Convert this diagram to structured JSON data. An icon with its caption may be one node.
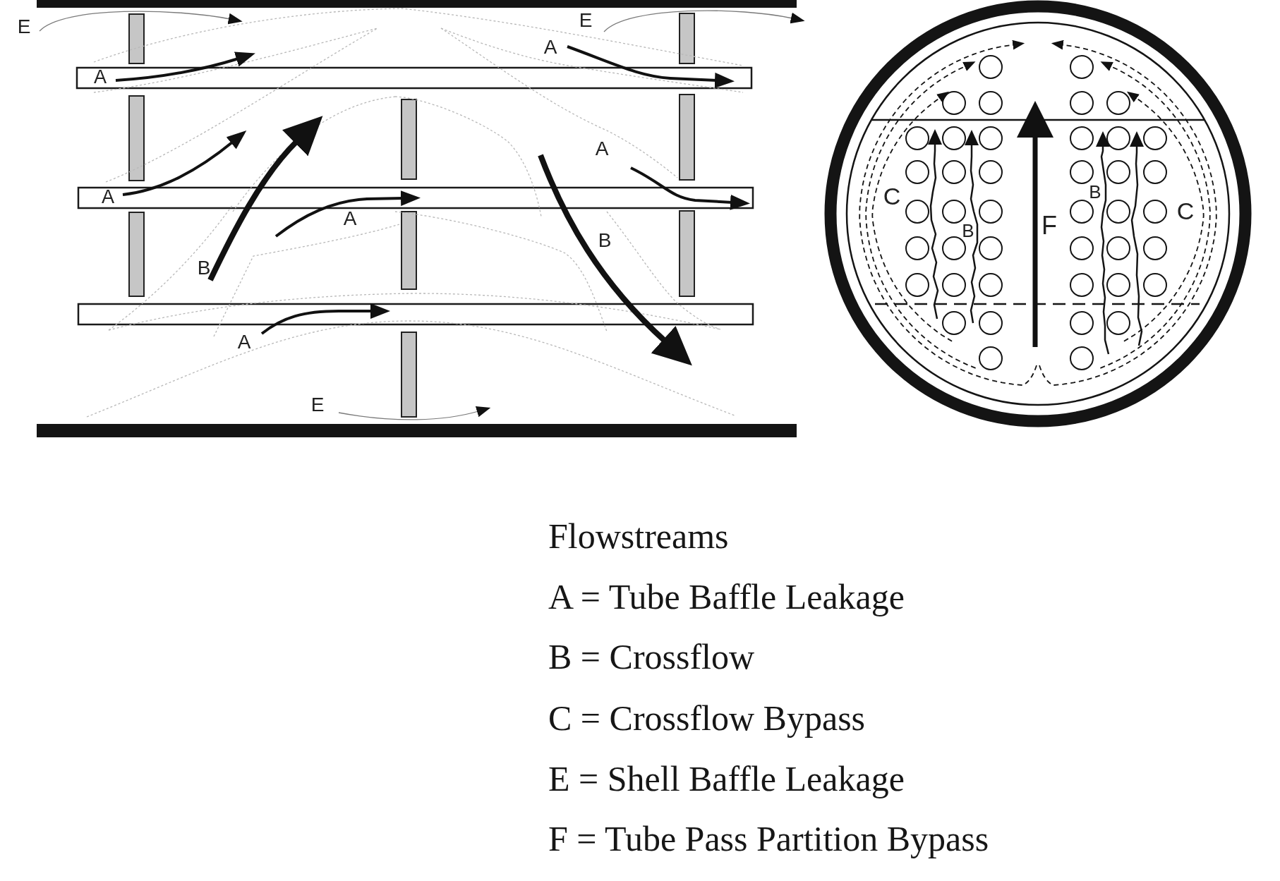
{
  "diagram": {
    "labels": [
      "E",
      "E",
      "A",
      "A",
      "A",
      "A",
      "A",
      "B",
      "B",
      "A",
      "E",
      "C",
      "B",
      "C",
      "F",
      "B",
      "Flowstreams",
      "A = Tube Baffle Leakage",
      "B = Crossflow",
      "C = Crossflow Bypass",
      "E = Shell Baffle Leakage",
      "F = Tube Pass Partition Bypass"
    ]
  }
}
